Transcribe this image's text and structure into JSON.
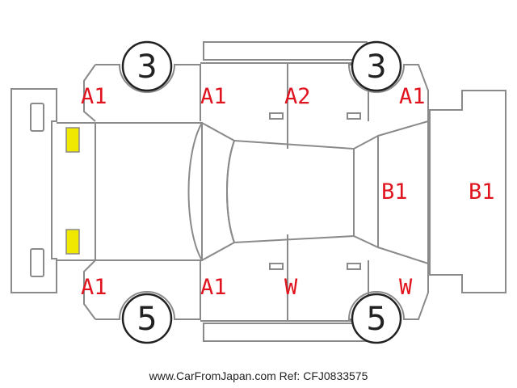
{
  "wheels": {
    "front_left": "3",
    "front_right": "3",
    "rear_left": "5",
    "rear_right": "5"
  },
  "damage_codes": {
    "front_left_fender": "A1",
    "front_left_door": "A1",
    "front_right_door": "A2",
    "front_right_fender": "A1",
    "front_bumper_left": "A1",
    "rear_left_door": "A1",
    "rear_right_door": "W",
    "rear_right_quarter": "W",
    "tailgate_glass": "B1",
    "rear_bumper": "B1"
  },
  "lights": {
    "front": "#f0e800",
    "rear": "#e0141e"
  },
  "footer": {
    "credit": "www.CarFromJapan.com Ref: CFJ0833575"
  }
}
